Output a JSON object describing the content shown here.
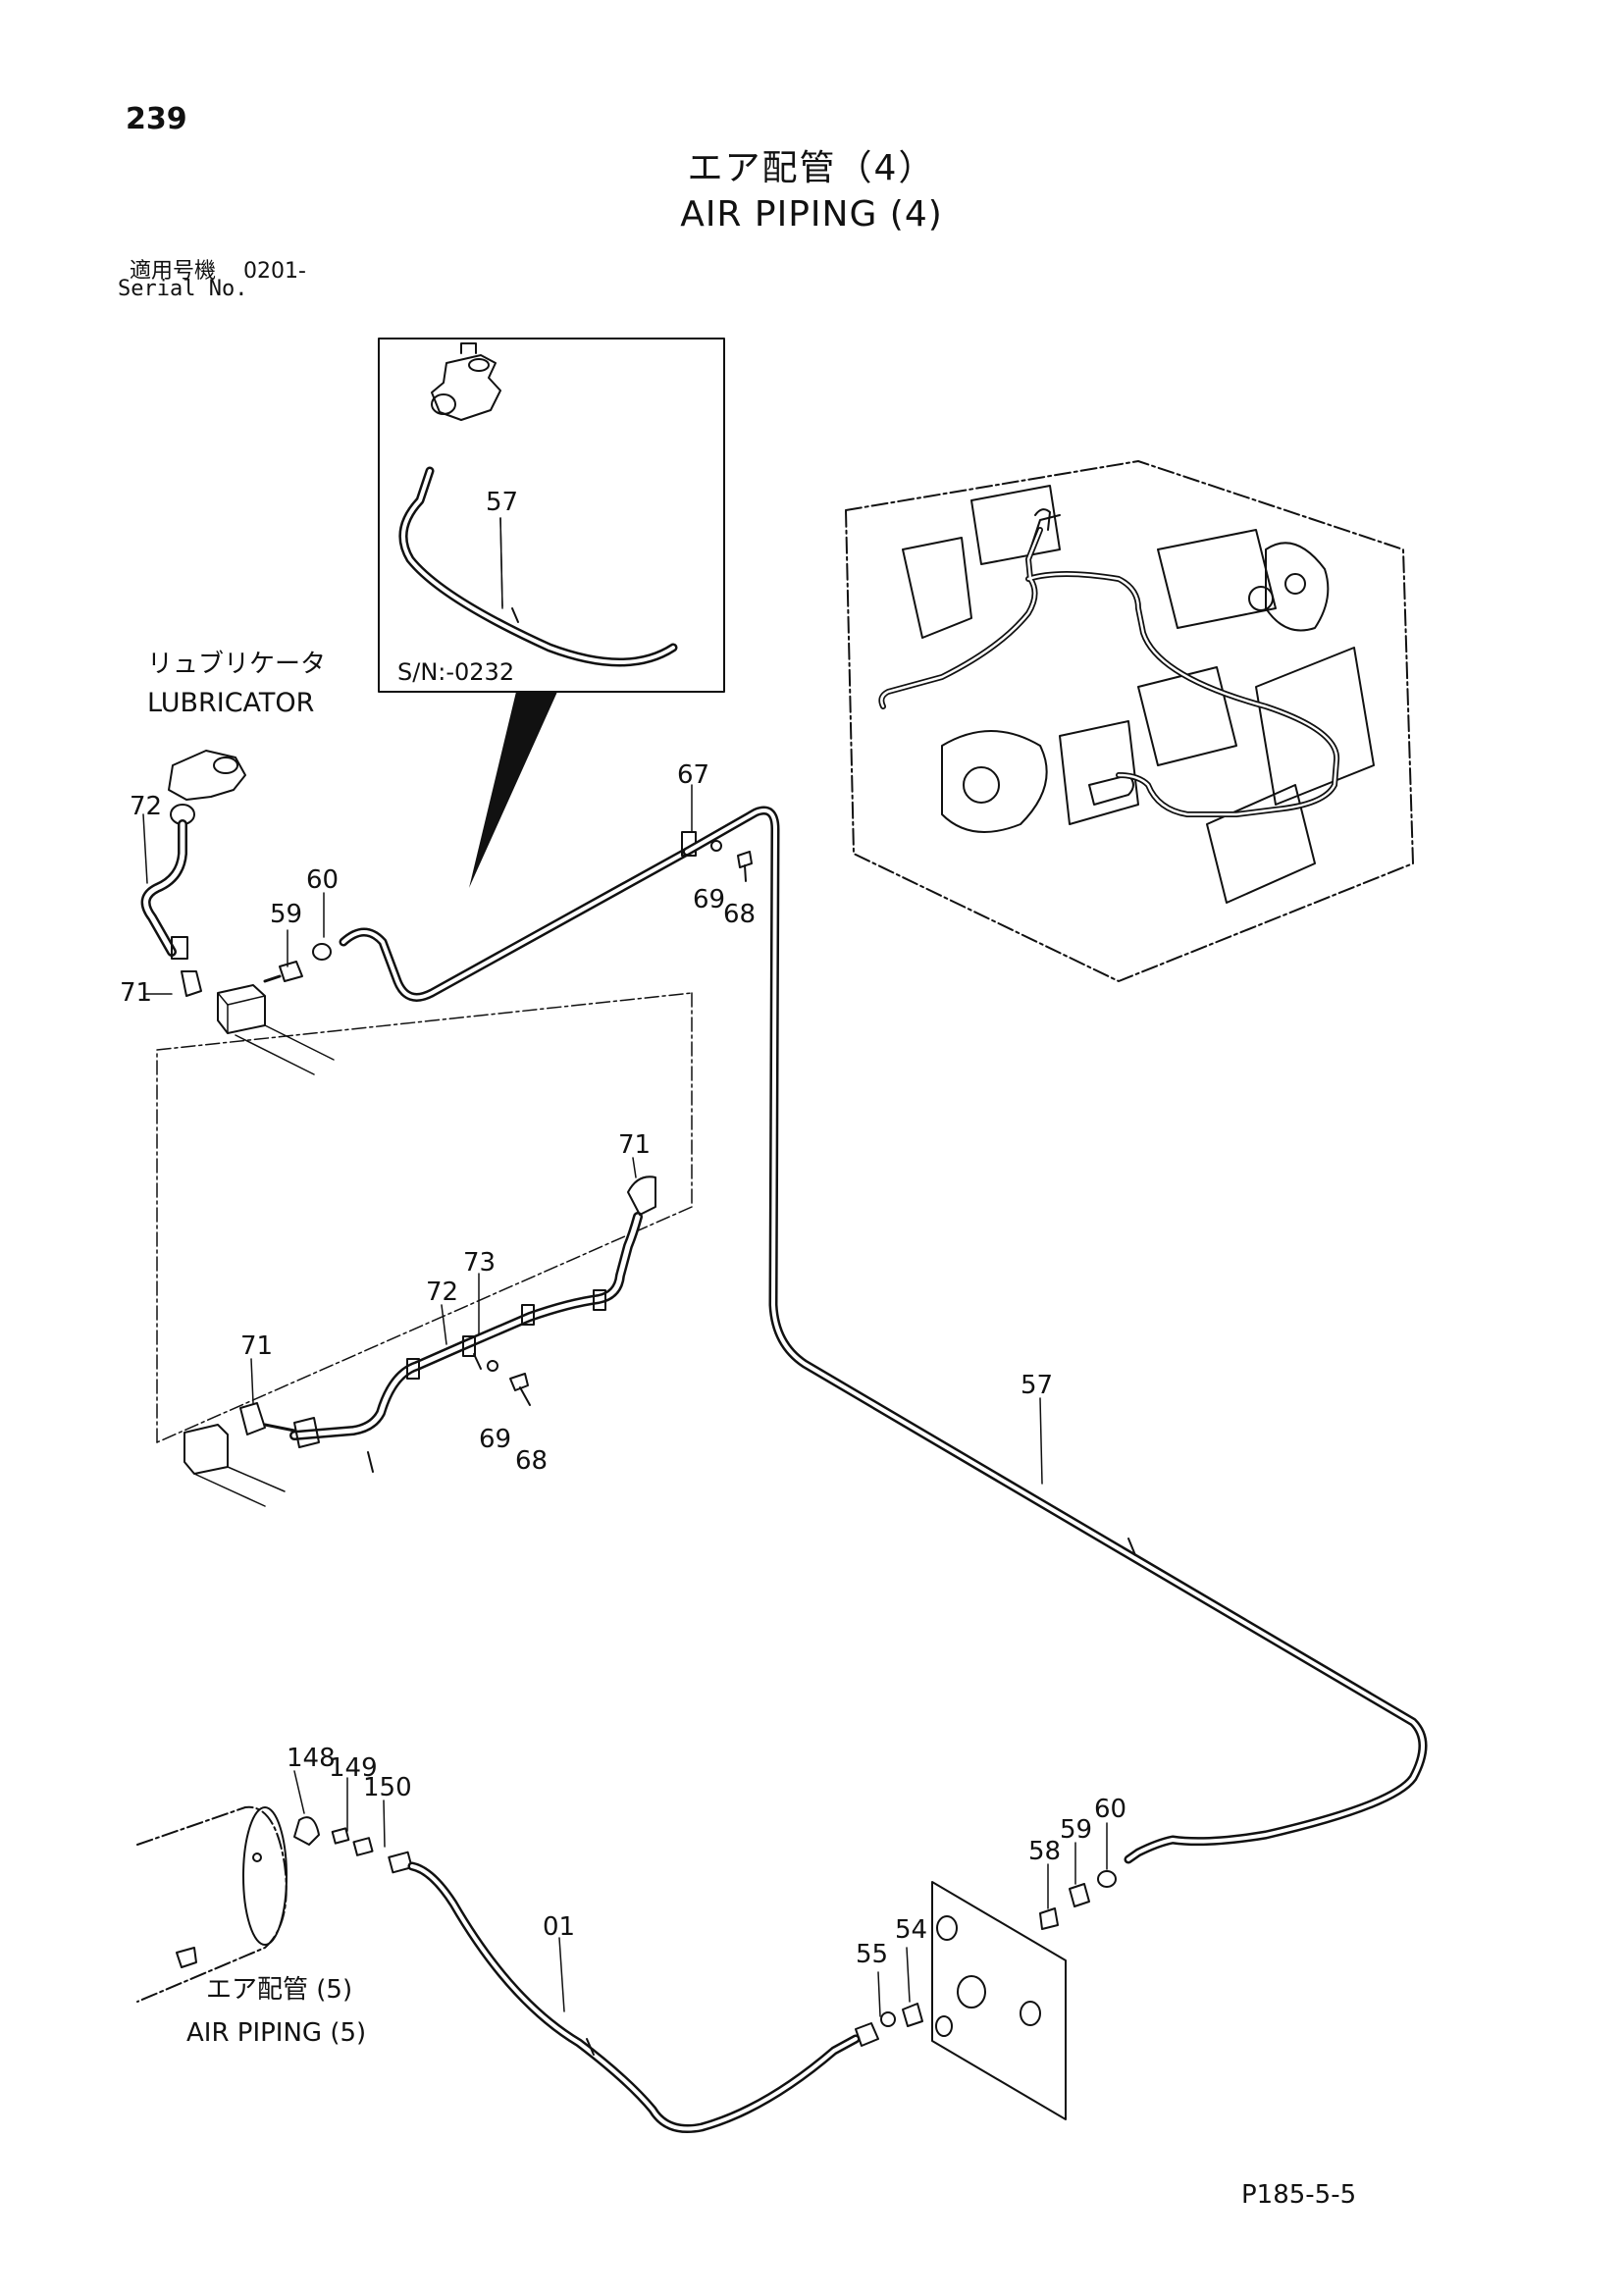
{
  "page_number": "239",
  "title_jp": "エア配管（4）",
  "title_en": "AIR PIPING (4)",
  "serial_label_jp": "適用号機",
  "serial_range": "0201-",
  "serial_label_en": "Serial No.",
  "inset_serial_note": "S/N:-0232",
  "lubricator_label_jp": "リュブリケータ",
  "lubricator_label_en": "LUBRICATOR",
  "ref_label_jp": "エア配管 (5)",
  "ref_label_en": "AIR PIPING (5)",
  "footer_code": "P185-5-5",
  "part_callouts": {
    "inset_57": "57",
    "p67": "67",
    "p69a": "69",
    "p68a": "68",
    "p60a": "60",
    "p59a": "59",
    "p72a": "72",
    "p71a": "71",
    "p71b": "71",
    "p73": "73",
    "p72b": "72",
    "p71c": "71",
    "p69b": "69",
    "p68b": "68",
    "p57": "57",
    "p148": "148",
    "p149": "149",
    "p150": "150",
    "p01": "01",
    "p55": "55",
    "p54": "54",
    "p58": "58",
    "p59b": "59",
    "p60b": "60"
  }
}
